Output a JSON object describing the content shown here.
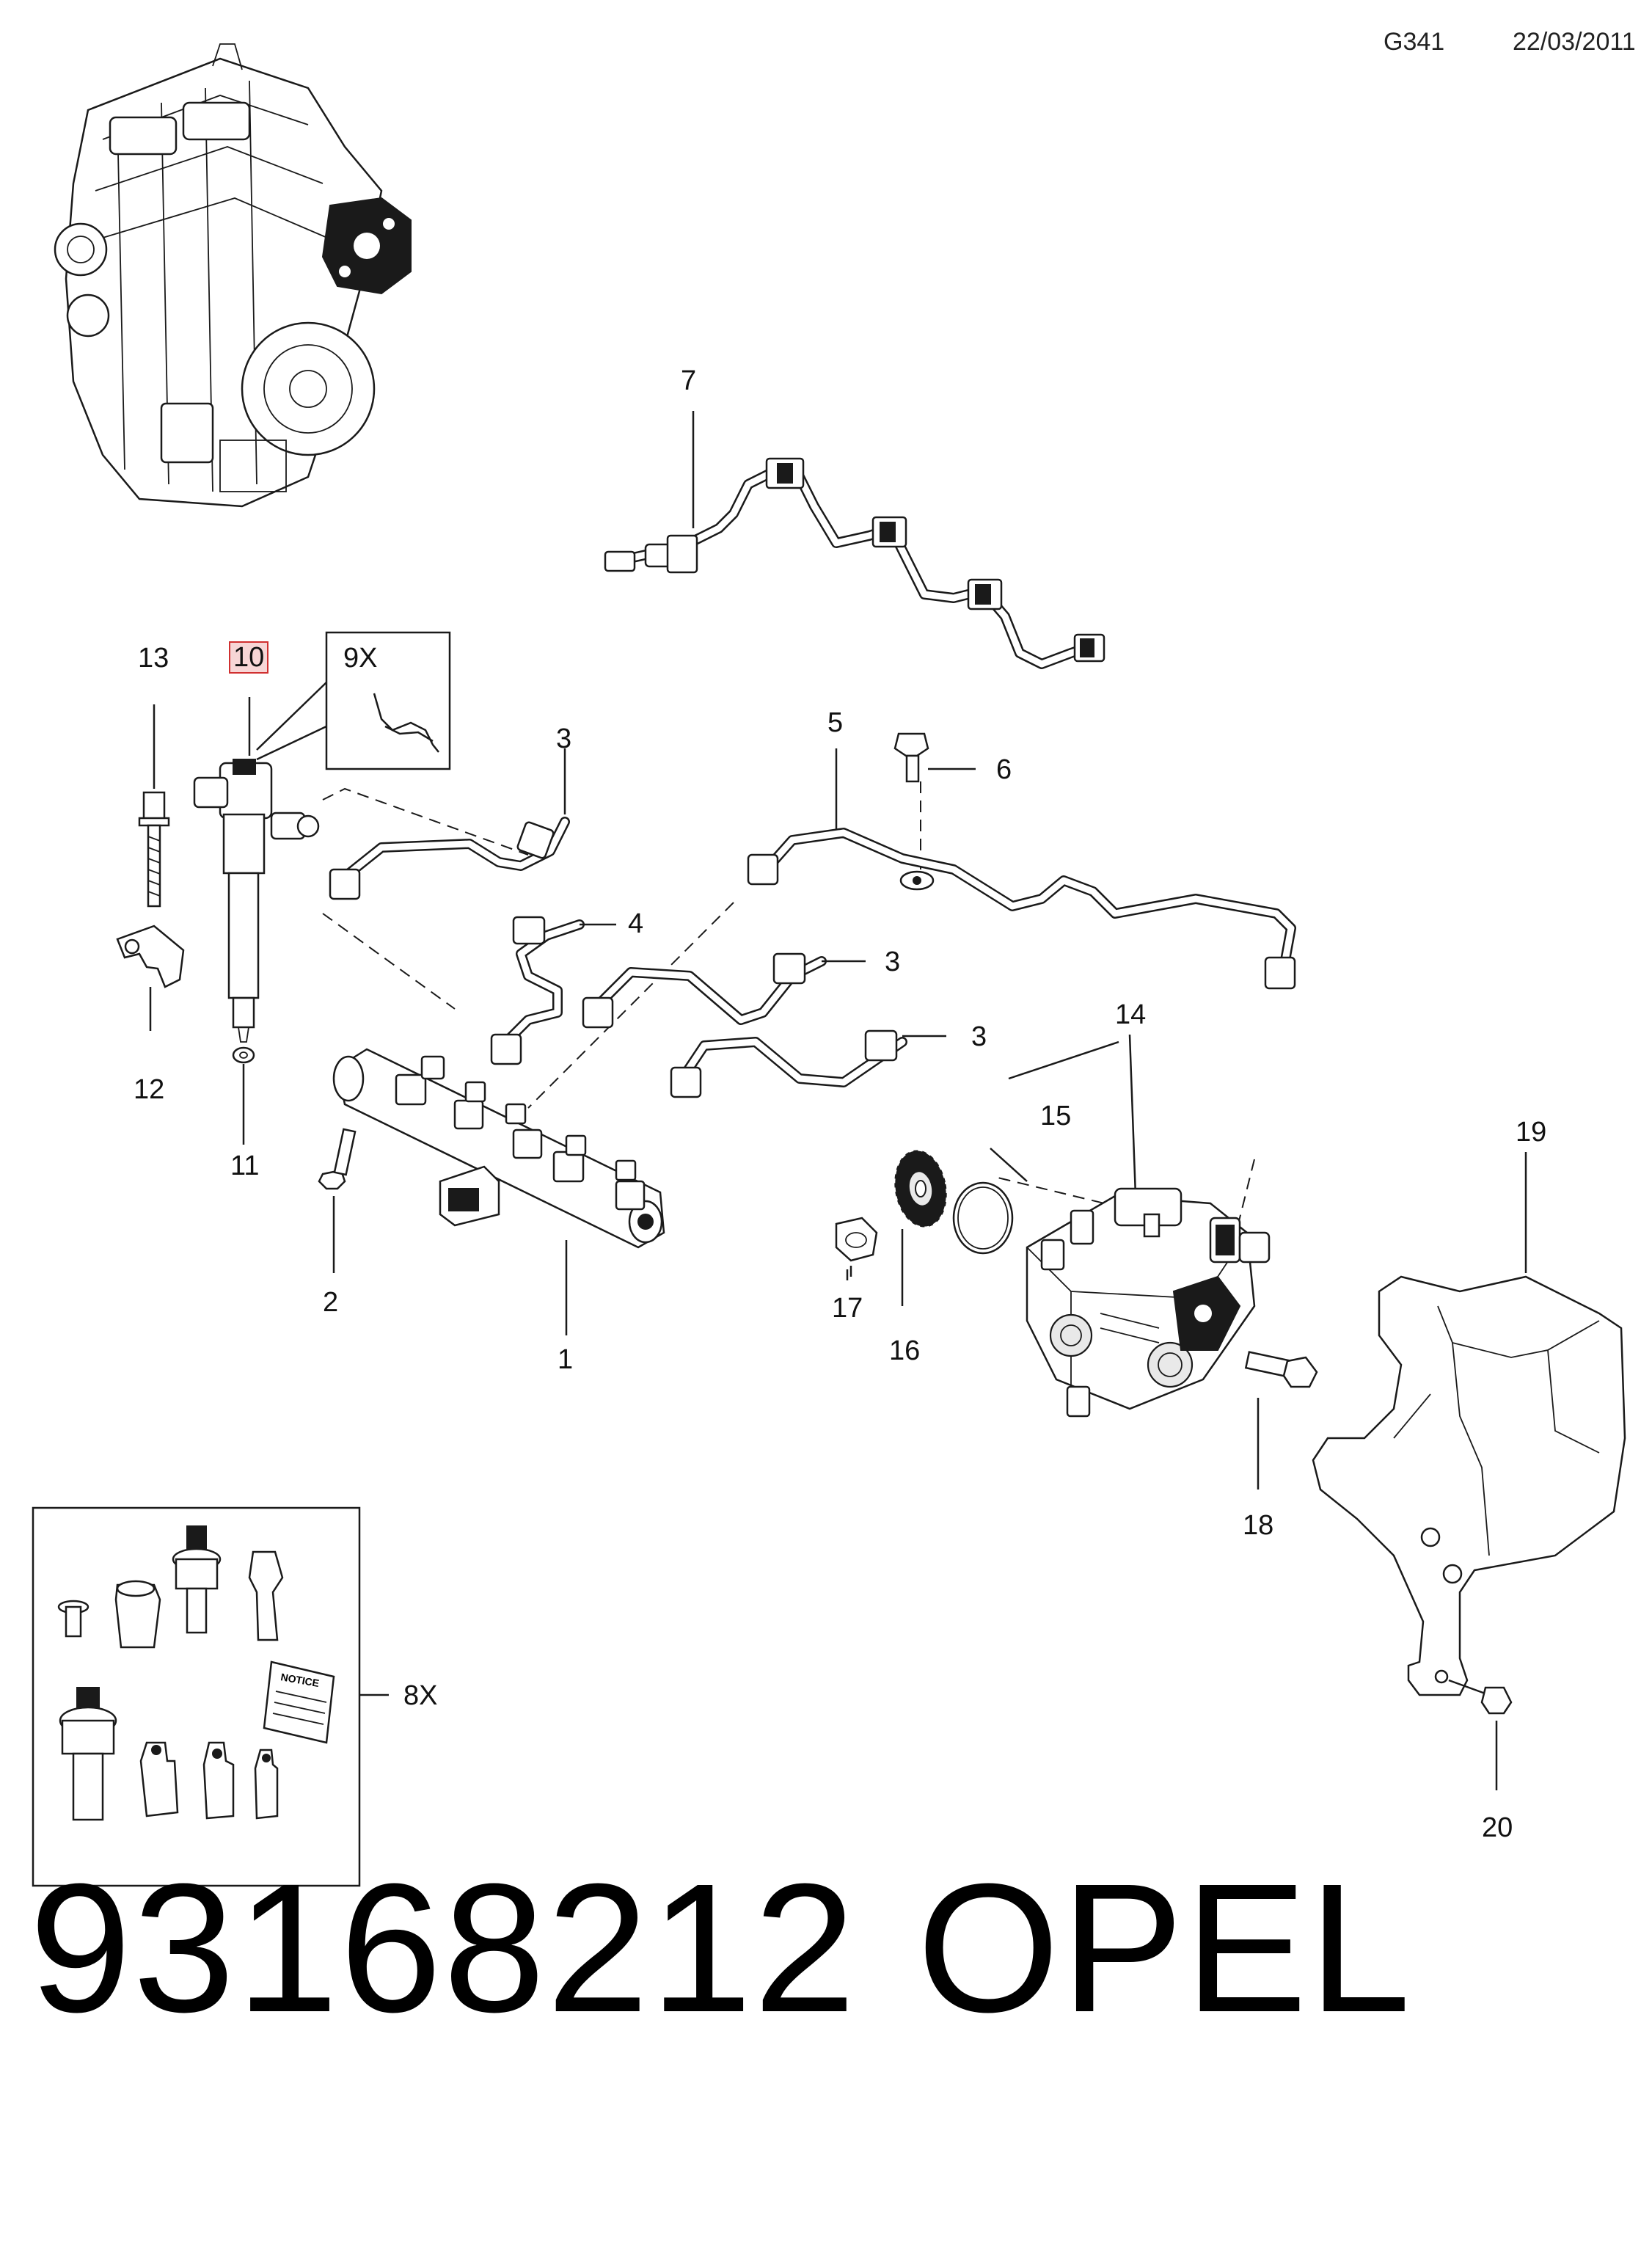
{
  "header": {
    "code": "G341",
    "date": "22/03/2011"
  },
  "callouts": {
    "c1": "1",
    "c2": "2",
    "c3a": "3",
    "c3b": "3",
    "c3c": "3",
    "c4": "4",
    "c5": "5",
    "c6": "6",
    "c7": "7",
    "c8x": "8X",
    "c9x": "9X",
    "c10": "10",
    "c11": "11",
    "c12": "12",
    "c13": "13",
    "c14": "14",
    "c15": "15",
    "c16": "16",
    "c17": "17",
    "c18": "18",
    "c19": "19",
    "c20": "20"
  },
  "kit_box": {
    "notice_label": "NOTICE"
  },
  "footer": {
    "part_number": "93168212",
    "brand": "OPEL"
  }
}
